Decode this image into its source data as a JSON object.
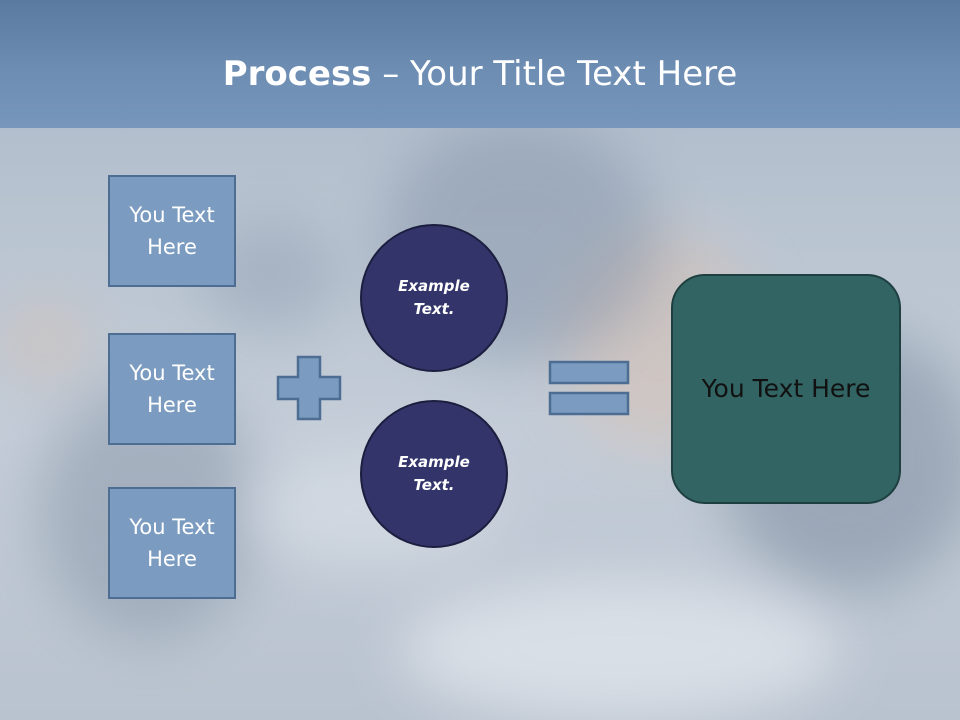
{
  "title": {
    "bold": "Process",
    "rest": " – Your Title Text Here"
  },
  "inputs": [
    {
      "label": "You Text Here"
    },
    {
      "label": "You Text Here"
    },
    {
      "label": "You Text Here"
    }
  ],
  "circles": [
    {
      "label": "Example Text."
    },
    {
      "label": "Example Text."
    }
  ],
  "result": {
    "label": "You Text Here"
  },
  "colors": {
    "title_bar": "#6d8db3",
    "box_fill": "#7b9cc0",
    "circle_fill": "#33356a",
    "result_fill": "#316463",
    "operator_fill": "#7b9cc0"
  },
  "icons": [
    "plus-icon",
    "equals-icon"
  ]
}
